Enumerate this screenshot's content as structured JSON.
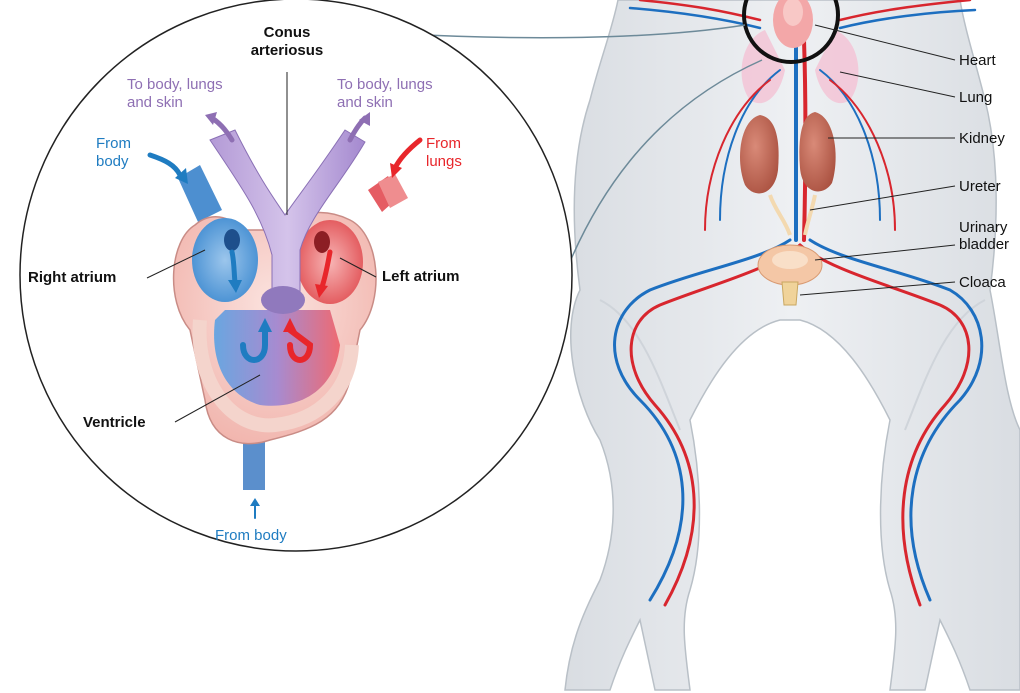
{
  "inset": {
    "conus_arteriosus": [
      "Conus",
      "arteriosus"
    ],
    "to_body_left": [
      "To body, lungs",
      "and skin"
    ],
    "to_body_right": [
      "To body, lungs",
      "and skin"
    ],
    "from_body_top": [
      "From",
      "body"
    ],
    "from_lungs": [
      "From",
      "lungs"
    ],
    "right_atrium": "Right atrium",
    "left_atrium": "Left atrium",
    "ventricle": "Ventricle",
    "from_body_bottom": "From body"
  },
  "frog": {
    "heart": "Heart",
    "lung": "Lung",
    "kidney": "Kidney",
    "ureter": "Ureter",
    "urinary_bladder": [
      "Urinary",
      "bladder"
    ],
    "cloaca": "Cloaca"
  },
  "colors": {
    "deoxygenated": "#1f7cc1",
    "oxygenated": "#e8262b",
    "mixed": "#8e6fb3",
    "body_skin": "#e6eaee"
  }
}
